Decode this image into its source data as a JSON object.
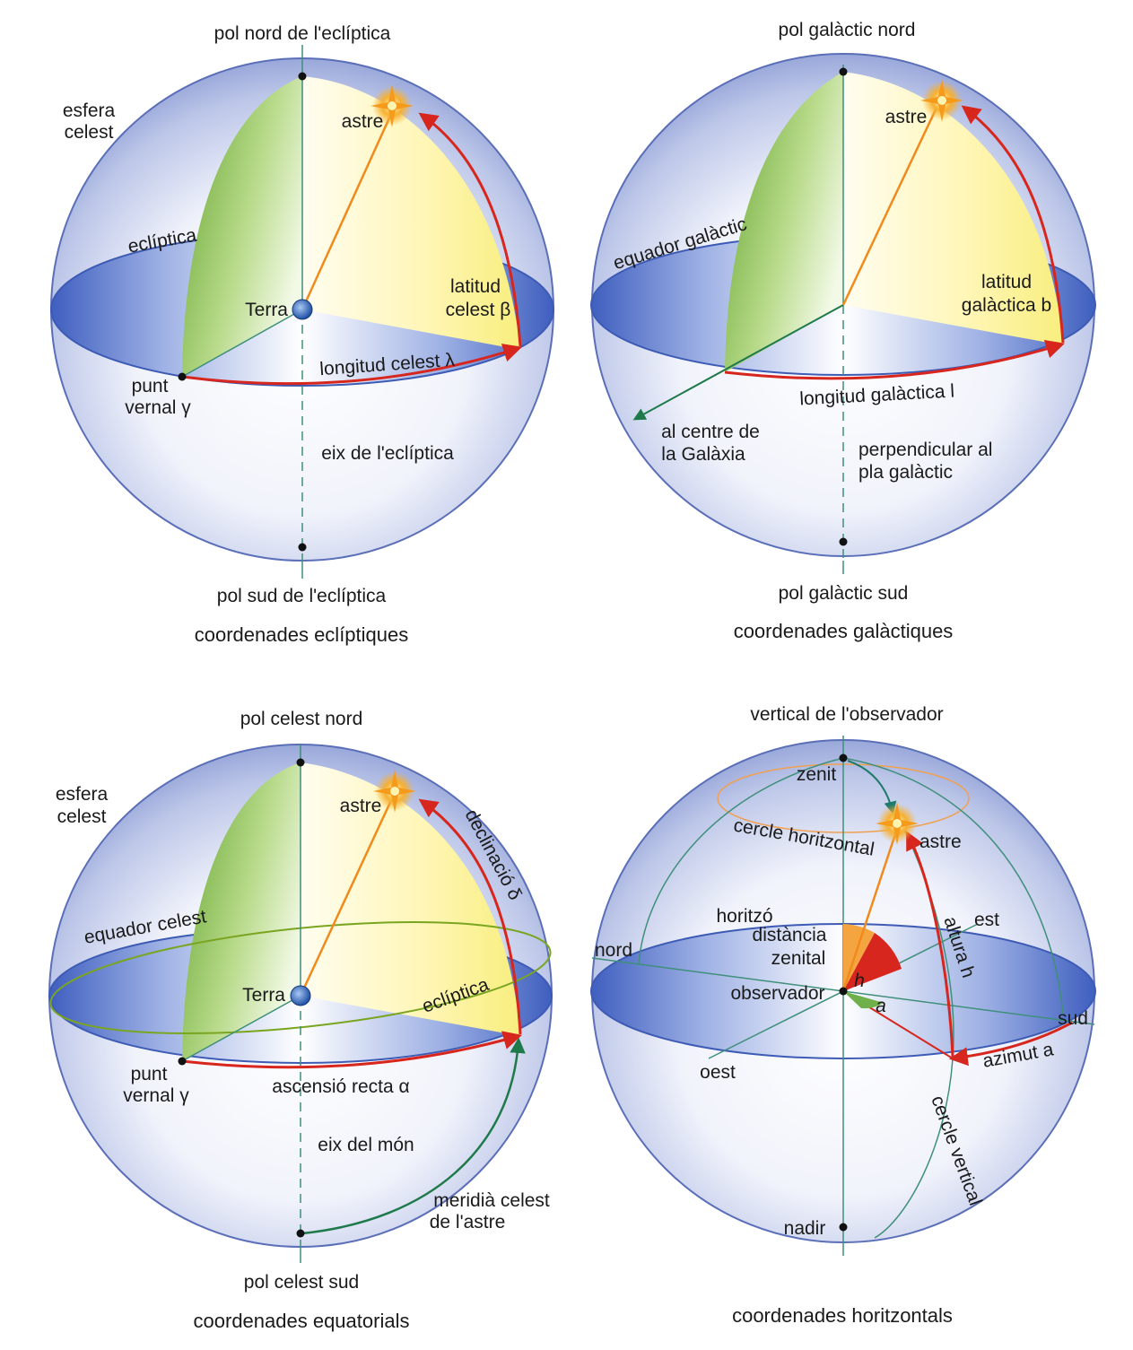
{
  "ecliptic": {
    "top_label": "pol nord de l'eclíptica",
    "bottom_label": "pol sud de l'eclíptica",
    "caption": "coordenades eclíptiques",
    "sphere_line1": "esfera",
    "sphere_line2": "celest",
    "star": "astre",
    "plane": "eclíptica",
    "lat_line1": "latitud",
    "lat_line2": "celest β",
    "center": "Terra",
    "longitude": "longitud celest λ",
    "vernal_line1": "punt",
    "vernal_line2": "vernal γ",
    "axis": "eix de l'eclíptica"
  },
  "galactic": {
    "top_label": "pol galàctic nord",
    "bottom_label": "pol galàctic sud",
    "caption": "coordenades galàctiques",
    "star": "astre",
    "plane": "equador galàctic",
    "lat_line1": "latitud",
    "lat_line2": "galàctica b",
    "longitude": "longitud galàctica l",
    "center_line1": "al centre de",
    "center_line2": "la Galàxia",
    "perp_line1": "perpendicular al",
    "perp_line2": "pla galàctic"
  },
  "equatorial": {
    "top_label": "pol celest nord",
    "bottom_label": "pol celest sud",
    "caption": "coordenades equatorials",
    "sphere_line1": "esfera",
    "sphere_line2": "celest",
    "star": "astre",
    "declination": "declinació δ",
    "plane": "equador celest",
    "center": "Terra",
    "ecliptic": "eclíptica",
    "vernal_line1": "punt",
    "vernal_line2": "vernal γ",
    "right_ascension": "ascensió recta α",
    "axis": "eix del món",
    "meridian_line1": "meridià celest",
    "meridian_line2": "de l'astre"
  },
  "horizontal": {
    "top_label": "vertical de l'observador",
    "caption": "coordenades horitzontals",
    "zenith": "zenit",
    "star": "astre",
    "horiz_circle": "cercle horitzontal",
    "horizon": "horitzó",
    "east": "est",
    "north": "nord",
    "zd_line1": "distància",
    "zd_line2": "zenital",
    "altitude": "altura h",
    "observer": "observador",
    "h_mark": "h",
    "a_mark": "a",
    "south": "sud",
    "azimuth": "azimut a",
    "west": "oest",
    "vertical_circle": "cercle vertical",
    "nadir": "nadir"
  }
}
